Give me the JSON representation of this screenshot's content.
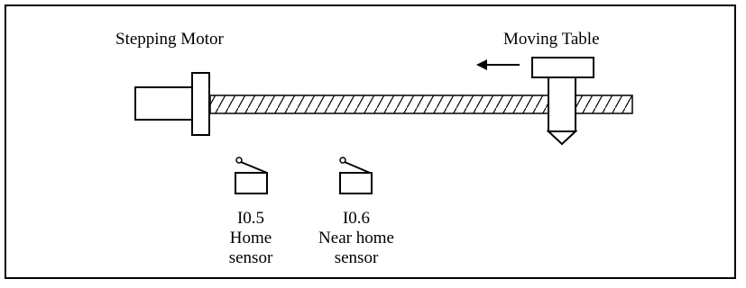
{
  "diagram": {
    "labels": {
      "stepping_motor": "Stepping Motor",
      "moving_table": "Moving Table"
    },
    "sensors": [
      {
        "address": "I0.5",
        "line1": "Home",
        "line2": "sensor"
      },
      {
        "address": "I0.6",
        "line1": "Near home",
        "line2": "sensor"
      }
    ],
    "colors": {
      "stroke": "#000000",
      "background": "#ffffff"
    }
  }
}
